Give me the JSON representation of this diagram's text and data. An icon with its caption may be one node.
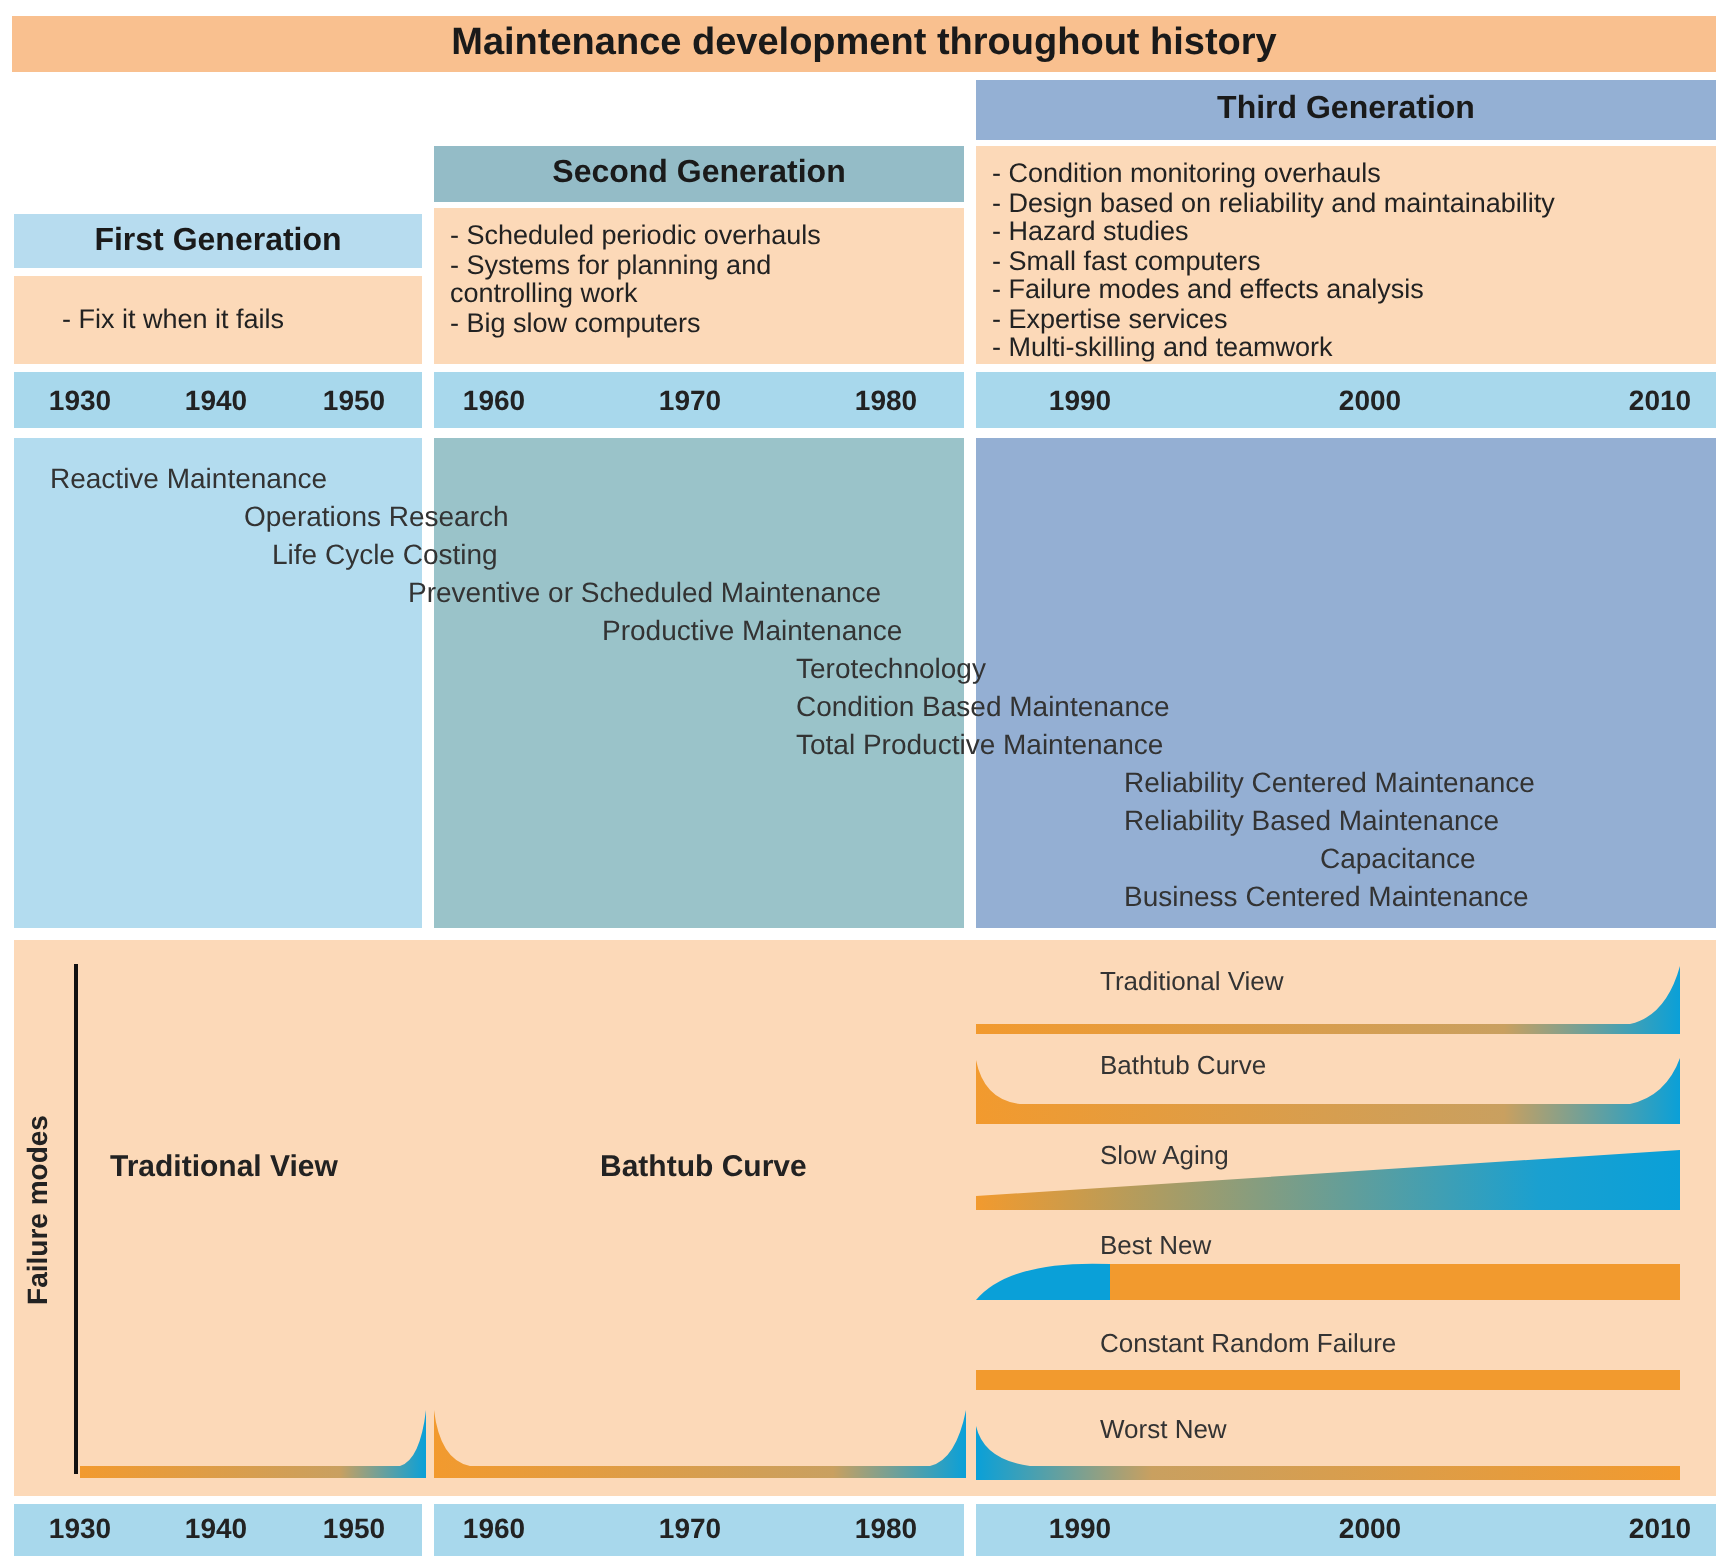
{
  "diagram": {
    "title": "Maintenance development throughout history",
    "nodes": [
      {
        "text": [
          "First Generation"
        ]
      },
      {
        "text": [
          "- Fix it when it fails"
        ]
      },
      {
        "text": [
          "Second Generation"
        ]
      },
      {
        "text": [
          "- Scheduled periodic overhauls",
          "- Systems for planning and controlling work",
          "- Big slow computers"
        ]
      },
      {
        "text": [
          "Third Generation"
        ]
      },
      {
        "text": [
          "- Condition monitoring overhauls",
          "- Design based on reliability and maintainability",
          "- Hazard studies",
          "- Small fast computers",
          "- Failure modes and effects analysis",
          "- Expertise services",
          "- Multi-skilling and teamwork"
        ]
      }
    ],
    "labels": [
      "1930",
      "1940",
      "1950",
      "1960",
      "1970",
      "1980",
      "1990",
      "2000",
      "2010",
      "Reactive Maintenance",
      "Operations Research",
      "Life Cycle Costing",
      "Preventive or Scheduled Maintenance",
      "Productive Maintenance",
      "Terotechnology",
      "Condition Based Maintenance",
      "Total Productive Maintenance",
      "Reliability Centered Maintenance",
      "Reliability Based Maintenance",
      "Capacitance",
      "Business Centered Maintenance",
      "Failure modes",
      "Traditional View",
      "Bathtub Curve",
      "Traditional View",
      "Bathtub Curve",
      "Slow Aging",
      "Best New",
      "Constant Random Failure",
      "Worst New",
      "1930",
      "1940",
      "1950",
      "1960",
      "1970",
      "1980",
      "1990",
      "2000",
      "2010"
    ]
  }
}
